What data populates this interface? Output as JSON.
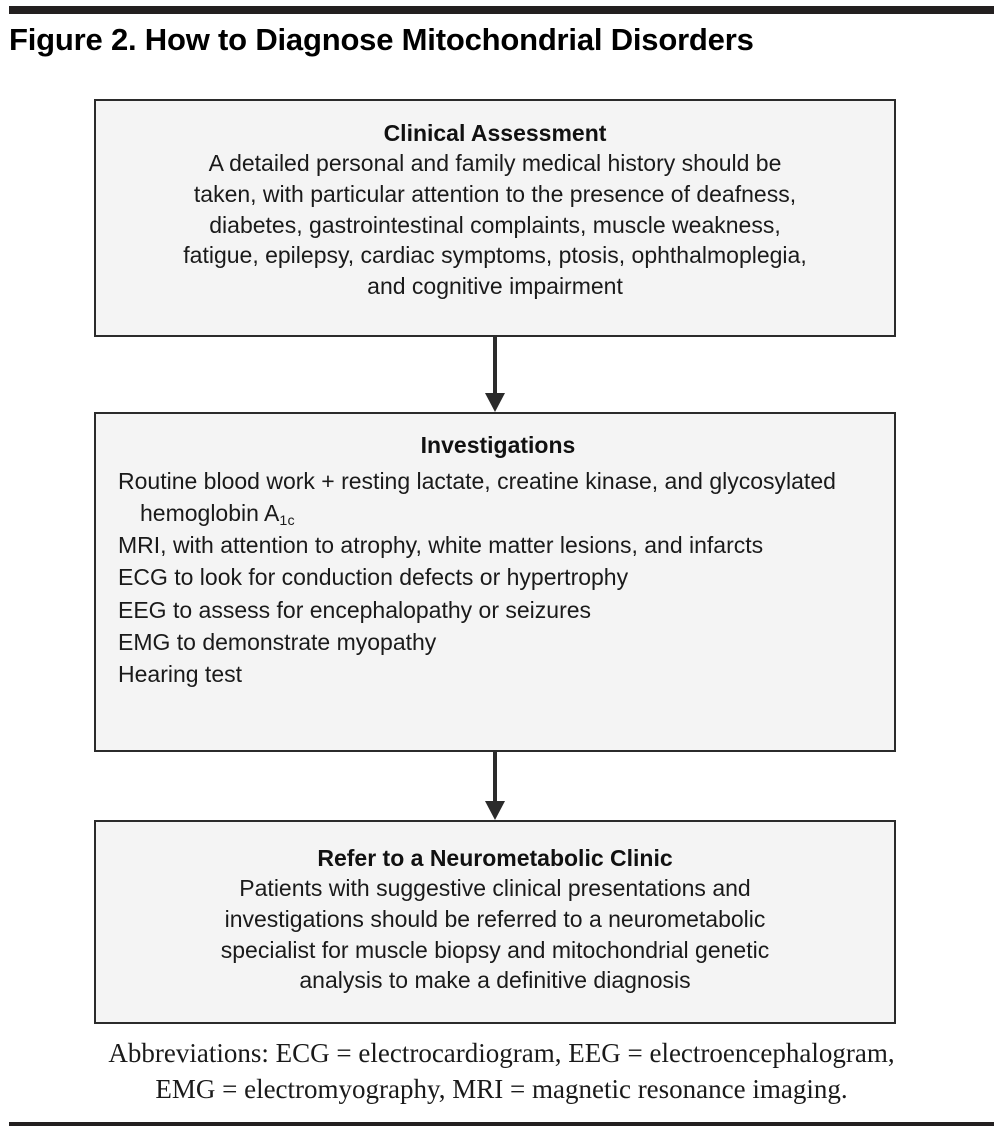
{
  "figure": {
    "title": "Figure 2. How to Diagnose Mitochondrial Disorders"
  },
  "boxes": [
    {
      "id": "clinical-assessment",
      "heading": "Clinical Assessment",
      "lines": [
        "A detailed personal and family medical history should be",
        "taken, with particular attention to the presence of deafness,",
        "diabetes, gastrointestinal complaints, muscle weakness,",
        "fatigue, epilepsy, cardiac symptoms, ptosis, ophthalmoplegia,",
        "and cognitive impairment"
      ]
    },
    {
      "id": "investigations",
      "heading": "Investigations",
      "items": [
        {
          "line1": "Routine blood work + resting lactate, creatine kinase, and",
          "line2_pre": "glycosylated hemoglobin A",
          "line2_sub": "1c",
          "line2_post": ""
        },
        {
          "line1": "MRI, with attention to atrophy, white matter lesions, and",
          "line2_pre": "infarcts",
          "line2_sub": "",
          "line2_post": ""
        },
        {
          "line1": "ECG to look for conduction defects or hypertrophy",
          "line2_pre": "",
          "line2_sub": "",
          "line2_post": ""
        },
        {
          "line1": "EEG to assess for encephalopathy or seizures",
          "line2_pre": "",
          "line2_sub": "",
          "line2_post": ""
        },
        {
          "line1": "EMG to demonstrate myopathy",
          "line2_pre": "",
          "line2_sub": "",
          "line2_post": ""
        },
        {
          "line1": "Hearing test",
          "line2_pre": "",
          "line2_sub": "",
          "line2_post": ""
        }
      ]
    },
    {
      "id": "refer-clinic",
      "heading": "Refer to a Neurometabolic Clinic",
      "lines": [
        "Patients with suggestive clinical presentations and",
        "investigations should be referred to a neurometabolic",
        "specialist for muscle biopsy and mitochondrial genetic",
        "analysis to make a definitive diagnosis"
      ]
    }
  ],
  "arrows": [
    {
      "id": "arrow-clinical-to-investigations",
      "direction": "down"
    },
    {
      "id": "arrow-investigations-to-refer",
      "direction": "down"
    }
  ],
  "abbreviations": {
    "line1": "Abbreviations: ECG = electrocardiogram, EEG = electroencephalogram,",
    "line2": "EMG = electromyography, MRI = magnetic resonance imaging."
  },
  "colors": {
    "rule": "#231f20",
    "box_border": "#2b2b2b",
    "box_fill": "#f4f4f4",
    "text": "#1a1a1a",
    "page_background": "#ffffff"
  }
}
